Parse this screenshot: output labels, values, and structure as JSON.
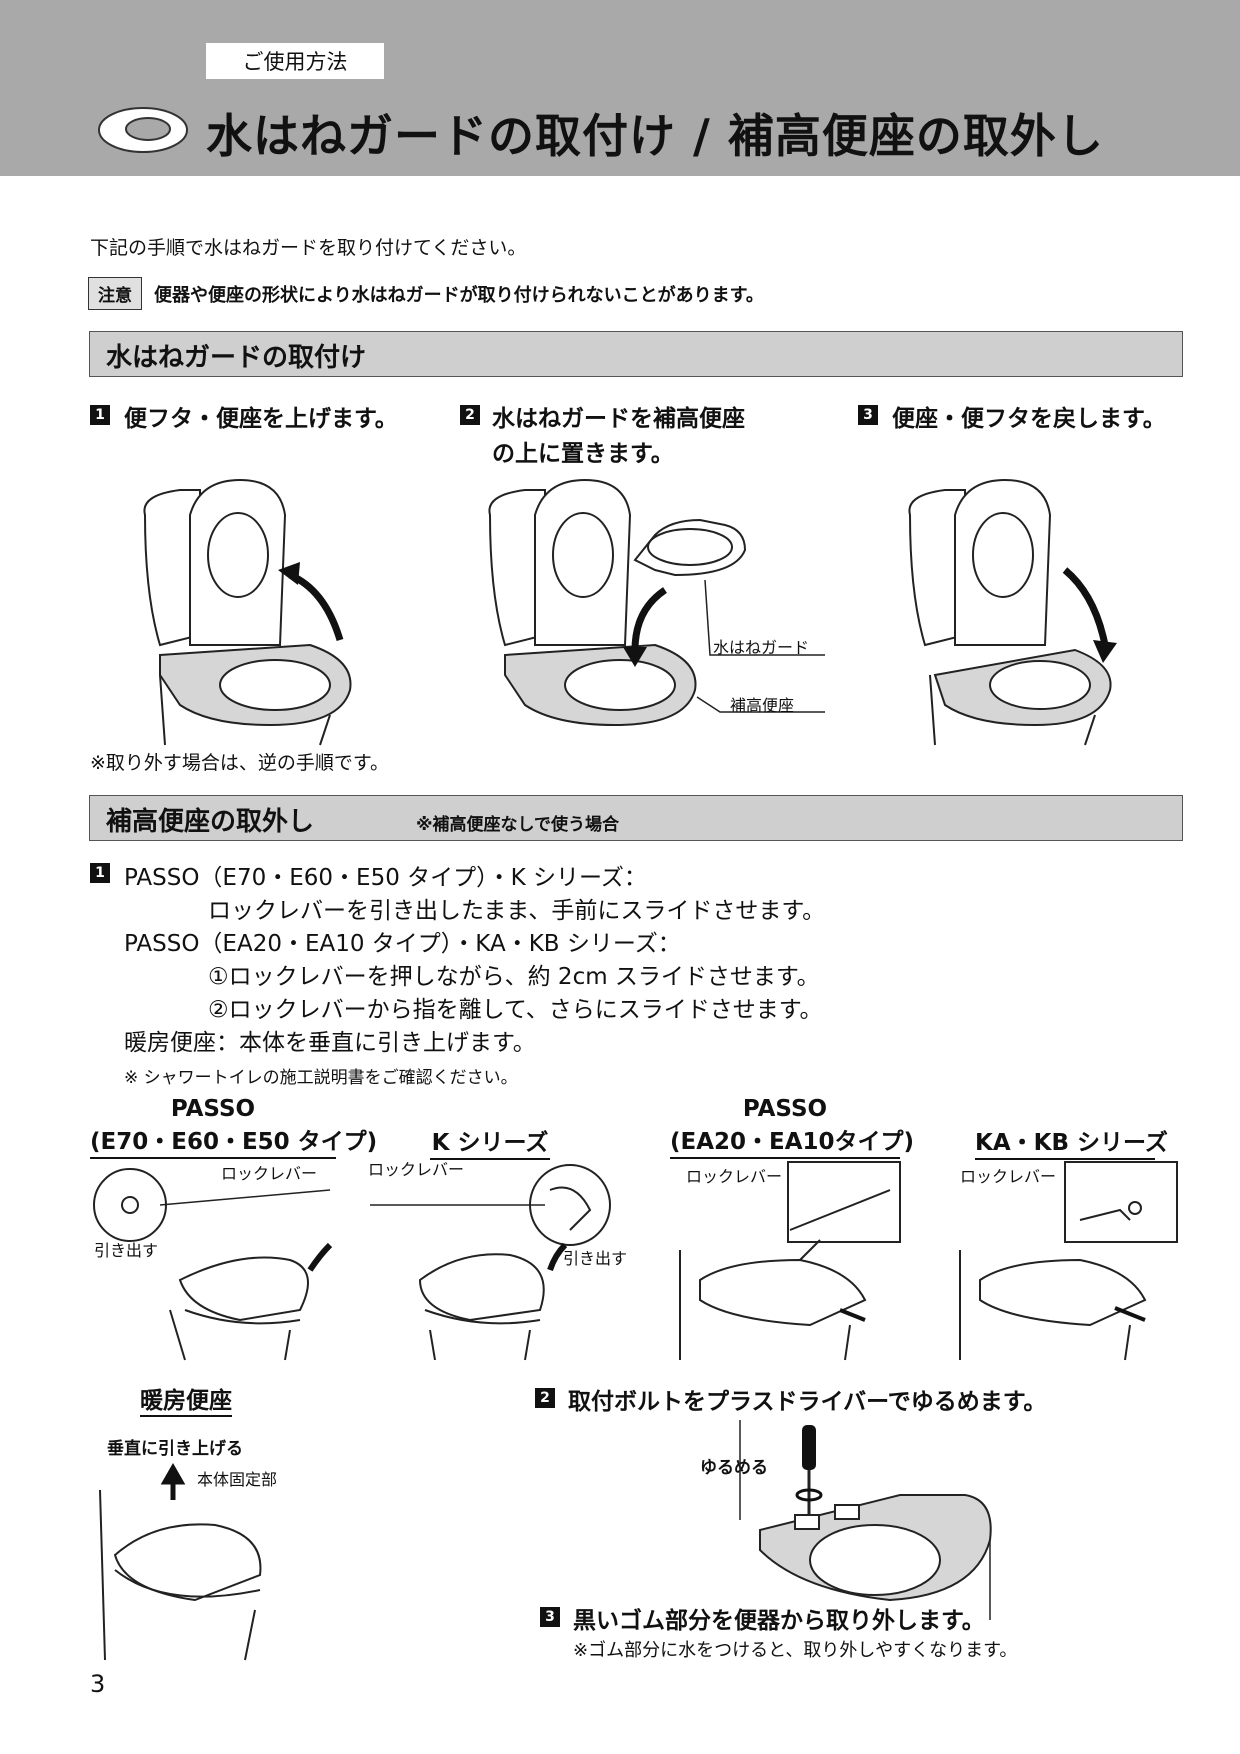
{
  "header": {
    "tag": "ご使用方法",
    "title": "水はねガードの取付け / 補高便座の取外し"
  },
  "intro": "下記の手順で水はねガードを取り付けてください。",
  "note": {
    "badge": "注意",
    "text": "便器や便座の形状により水はねガードが取り付けられないことがあります。"
  },
  "section1": {
    "title": "水はねガードの取付け",
    "steps": [
      {
        "num": "1",
        "text": "便フタ・便座を上げます。"
      },
      {
        "num": "2",
        "line1": "水はねガードを補高便座",
        "line2": "の上に置きます。"
      },
      {
        "num": "3",
        "text": "便座・便フタを戻します。"
      }
    ],
    "labels": {
      "guard": "水はねガード",
      "seat": "補高便座"
    },
    "remark": "※取り外す場合は、逆の手順です。"
  },
  "section2": {
    "title": "補高便座の取外し",
    "subtitle": "※補高便座なしで使う場合",
    "step1": {
      "num": "1",
      "lines": [
        "PASSO（E70・E60・E50 タイプ）・K シリーズ：",
        "ロックレバーを引き出したまま、手前にスライドさせます。",
        "PASSO（EA20・EA10 タイプ）・KA・KB シリーズ：",
        "①ロックレバーを押しながら、約 2cm スライドさせます。",
        "②ロックレバーから指を離して、さらにスライドさせます。",
        "暖房便座：本体を垂直に引き上げます。"
      ],
      "remark": "※ シャワートイレの施工説明書をご確認ください。"
    },
    "models": [
      {
        "line1": "PASSO",
        "line2": "(E70・E60・E50 タイプ)",
        "lever": "ロックレバー",
        "action": "引き出す"
      },
      {
        "line1": "K シリーズ",
        "lever": "ロックレバー",
        "action": "引き出す"
      },
      {
        "line1": "PASSO",
        "line2": "(EA20・EA10タイプ)",
        "lever": "ロックレバー"
      },
      {
        "line1": "KA・KB シリーズ",
        "lever": "ロックレバー"
      }
    ],
    "heated": {
      "title": "暖房便座",
      "action": "垂直に引き上げる",
      "part": "本体固定部"
    },
    "step2": {
      "num": "2",
      "text": "取付ボルトをプラスドライバーでゆるめます。",
      "label": "ゆるめる"
    },
    "step3": {
      "num": "3",
      "text": "黒いゴム部分を便器から取り外します。",
      "remark": "※ゴム部分に水をつけると、取り外しやすくなります。"
    }
  },
  "page_number": "3"
}
